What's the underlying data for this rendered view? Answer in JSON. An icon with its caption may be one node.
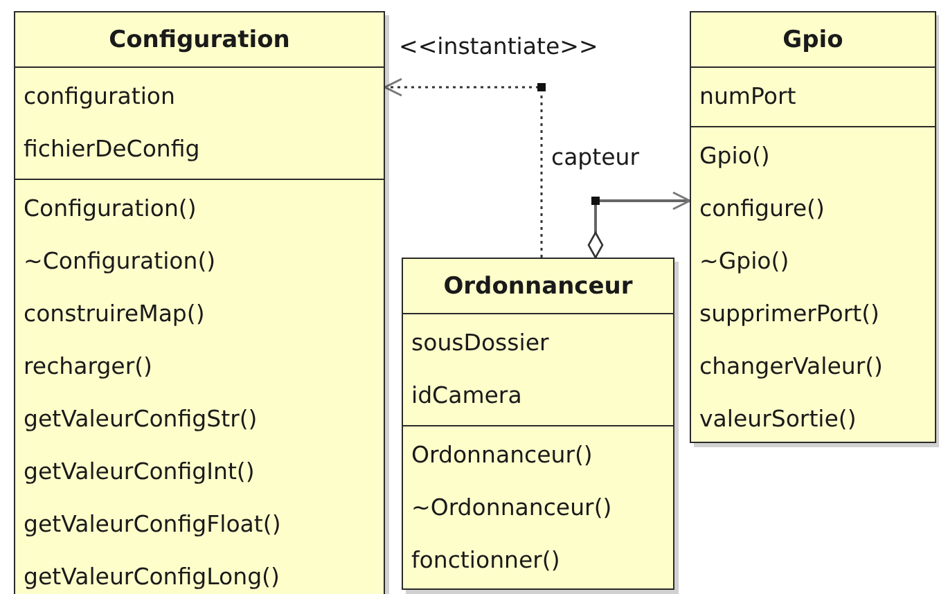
{
  "diagram": {
    "nodes": [
      {
        "text": [
          "Configuration",
          "configuration",
          "fichierDeConfig",
          "Configuration()",
          "~Configuration()",
          "construireMap()",
          "recharger()",
          "getValeurConfigStr()",
          "getValeurConfigInt()",
          "getValeurConfigFloat()",
          "getValeurConfigLong()"
        ]
      },
      {
        "text": [
          "Gpio",
          "numPort",
          "Gpio()",
          "configure()",
          "~Gpio()",
          "supprimerPort()",
          "changerValeur()",
          "valeurSortie()"
        ]
      },
      {
        "text": [
          "Ordonnanceur",
          "sousDossier",
          "idCamera",
          "Ordonnanceur()",
          "~Ordonnanceur()",
          "fonctionner()"
        ]
      }
    ],
    "edges": [
      {
        "from": 2,
        "to": 0,
        "arrow": "to",
        "label": "<<instantiate>>",
        "style": "dashed"
      },
      {
        "from": 2,
        "to": 1,
        "arrow": "to",
        "label": "capteur",
        "color": "#666666"
      }
    ]
  }
}
